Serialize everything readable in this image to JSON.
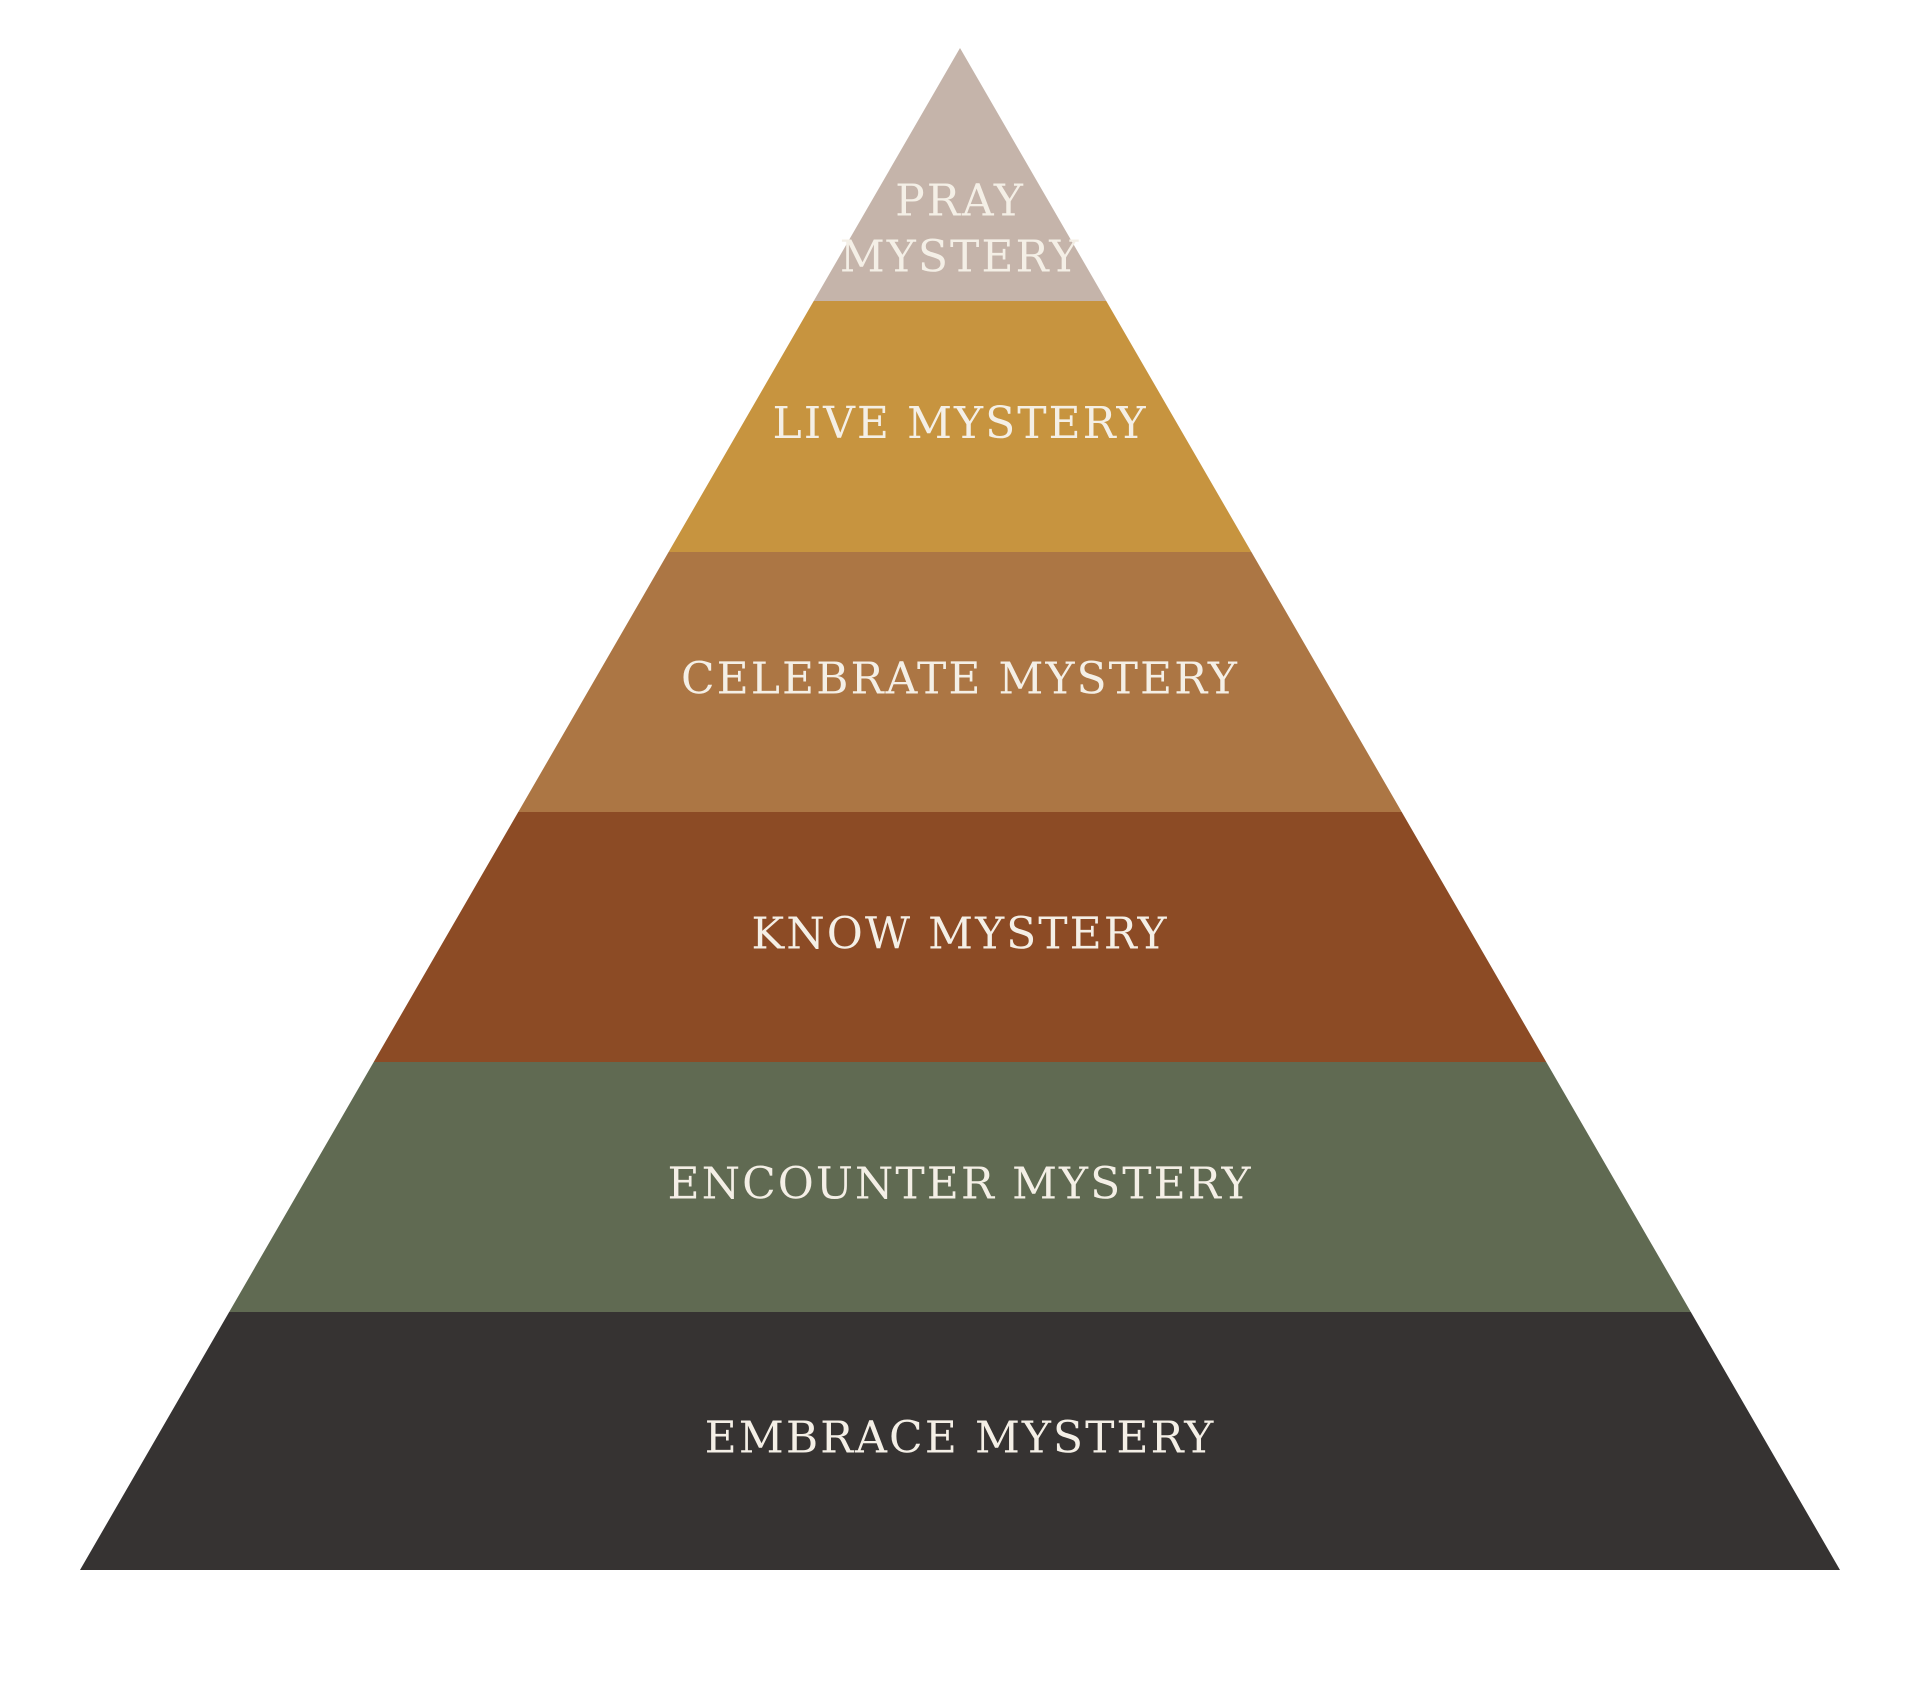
{
  "diagram": {
    "type": "pyramid",
    "tiers": [
      {
        "id": "pray",
        "label_lines": [
          "PRAY",
          "MYSTERY"
        ],
        "color": "#c5b4aa"
      },
      {
        "id": "live",
        "label_lines": [
          "LIVE MYSTERY"
        ],
        "color": "#c7943f"
      },
      {
        "id": "celebrate",
        "label_lines": [
          "CELEBRATE MYSTERY"
        ],
        "color": "#ac7644"
      },
      {
        "id": "know",
        "label_lines": [
          "KNOW MYSTERY"
        ],
        "color": "#8c4b25"
      },
      {
        "id": "encounter",
        "label_lines": [
          "ENCOUNTER MYSTERY"
        ],
        "color": "#606a52"
      },
      {
        "id": "embrace",
        "label_lines": [
          "EMBRACE MYSTERY"
        ],
        "color": "#363332"
      }
    ]
  }
}
